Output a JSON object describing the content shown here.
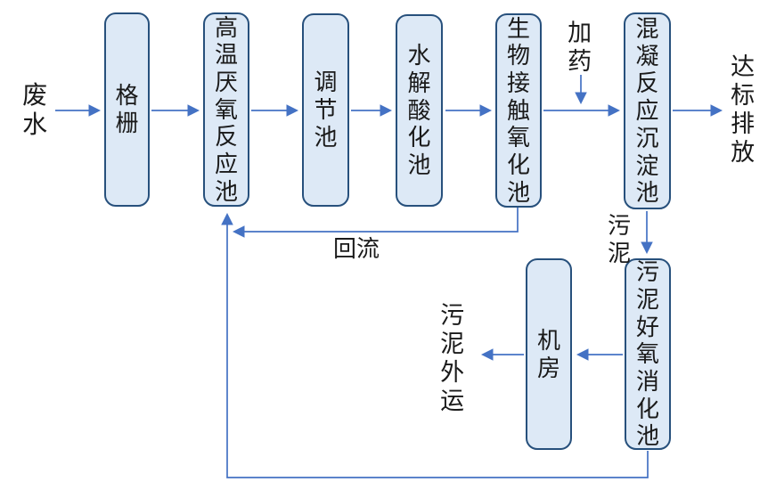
{
  "diagram": {
    "type": "process-flow",
    "colors": {
      "node_fill": "#dde9f6",
      "node_border": "#27507c",
      "arrow": "#4472c4",
      "text": "#1a1a1a",
      "background": "#ffffff"
    },
    "boxes": [
      {
        "id": "bar-screen",
        "label": "格栅"
      },
      {
        "id": "high-temp-anaerobic-tank",
        "label": "高温厌氧反应池"
      },
      {
        "id": "regulating-tank",
        "label": "调节池"
      },
      {
        "id": "hydrolysis-acidification-tank",
        "label": "水解酸化池"
      },
      {
        "id": "bio-contact-oxidation-tank",
        "label": "生物接触氧化池"
      },
      {
        "id": "coagulation-sedimentation-tank",
        "label": "混凝反应沉淀池"
      },
      {
        "id": "machine-room",
        "label": "机房"
      },
      {
        "id": "sludge-aerobic-digestion-tank",
        "label": "污泥好氧消化池"
      }
    ],
    "labels": {
      "wastewater": "废水",
      "dosing": "加药",
      "discharge": "达标排放",
      "reflux": "回流",
      "sludge": "污泥",
      "sludge_out": "污泥外运"
    }
  }
}
